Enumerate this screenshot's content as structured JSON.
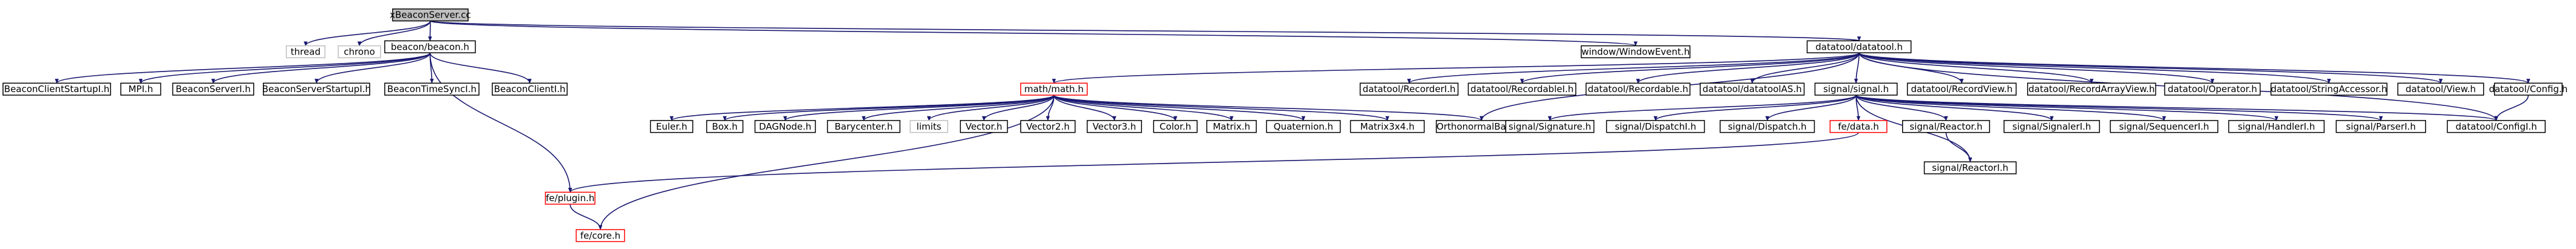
{
  "graph": {
    "root": "xBeaconServer.cc",
    "colors": {
      "edge": "#191970",
      "node_border": "#000000",
      "node_fill": "#ffffff",
      "root_fill": "#bfbfbf",
      "missing_border": "#bfbfbf",
      "incomplete_border": "#ff0000"
    },
    "nodes": {
      "root": "xBeaconServer.cc",
      "thread": "thread",
      "chrono": "chrono",
      "beacon": "beacon/beacon.h",
      "window_event": "window/WindowEvent.h",
      "datatool": "datatool/datatool.h",
      "bc_startup": "BeaconClientStartupI.h",
      "mpi": "MPI.h",
      "beacon_server": "BeaconServerI.h",
      "bs_startup": "BeaconServerStartupI.h",
      "time_sync": "BeaconTimeSyncI.h",
      "beacon_client": "BeaconClientI.h",
      "plugin": "fe/plugin.h",
      "core": "fe/core.h",
      "math": "math/math.h",
      "euler": "Euler.h",
      "box": "Box.h",
      "dagnode": "DAGNode.h",
      "barycenter": "Barycenter.h",
      "limits": "limits",
      "vector": "Vector.h",
      "vector2": "Vector2.h",
      "vector3": "Vector3.h",
      "color": "Color.h",
      "matrix": "Matrix.h",
      "quaternion": "Quaternion.h",
      "matrix3x4": "Matrix3x4.h",
      "orthonormal": "OrthonormalBasis.h",
      "recorder": "datatool/RecorderI.h",
      "recordable_i": "datatool/RecordableI.h",
      "recordable": "datatool/Recordable.h",
      "datatool_as": "datatool/datatoolAS.h",
      "signal": "signal/signal.h",
      "record_view": "datatool/RecordView.h",
      "record_array_view": "datatool/RecordArrayView.h",
      "operator": "datatool/Operator.h",
      "string_accessor": "datatool/StringAccessor.h",
      "view": "datatool/View.h",
      "config_h": "datatool/Config.h",
      "config_i": "datatool/ConfigI.h",
      "sig_signature": "signal/Signature.h",
      "sig_dispatch_i": "signal/DispatchI.h",
      "sig_dispatch": "signal/Dispatch.h",
      "fe_data": "fe/data.h",
      "sig_reactor": "signal/Reactor.h",
      "sig_reactor_i": "signal/ReactorI.h",
      "sig_signaler": "signal/SignalerI.h",
      "sig_sequencer": "signal/SequencerI.h",
      "sig_handler": "signal/HandlerI.h",
      "sig_parser": "signal/ParserI.h"
    }
  }
}
